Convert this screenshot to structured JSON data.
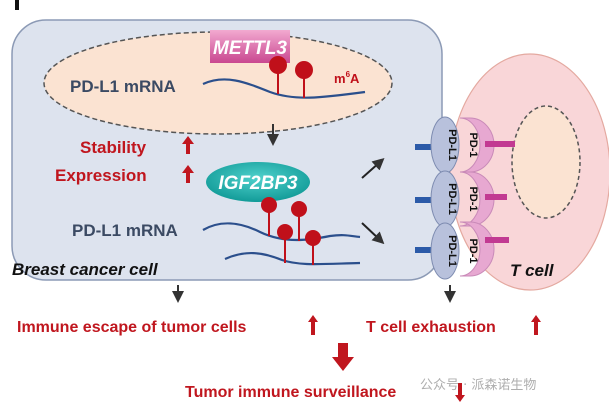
{
  "panel_mark": "|",
  "cancer_cell": {
    "label": "Breast cancer cell",
    "nucleus": {
      "enzyme": "METTL3",
      "mrna_label": "PD-L1 mRNA",
      "modification": "m",
      "modification_sup": "6",
      "modification_suffix": "A"
    },
    "effects": [
      {
        "label": "Stability",
        "direction": "up"
      },
      {
        "label": "Expression",
        "direction": "up"
      }
    ],
    "reader": "IGF2BP3",
    "cyto_mrna_label": "PD-L1 mRNA"
  },
  "ligands": [
    "PD-L1",
    "PD-L1",
    "PD-L1"
  ],
  "receptors": [
    "PD-1",
    "PD-1",
    "PD-1"
  ],
  "t_cell": {
    "label": "T cell"
  },
  "outcomes": {
    "left": {
      "label": "Immune escape of tumor cells",
      "direction": "up"
    },
    "right": {
      "label": "T cell exhaustion",
      "direction": "up"
    },
    "final": {
      "label": "Tumor immune surveillance",
      "direction": "down"
    }
  },
  "watermark": "公众号 · 派森诺生物",
  "colors": {
    "cell_fill": "#dde3ee",
    "cell_stroke": "#8c9ab5",
    "nucleus_fill": "#fbe3d2",
    "tcell_fill": "#f9d6d8",
    "enzyme_fill": "#d65aa0",
    "reader_fill": "#1fb3b0",
    "red_text": "#c0161e",
    "mrna": "#2b4f8c",
    "m6a": "#c0101a"
  }
}
